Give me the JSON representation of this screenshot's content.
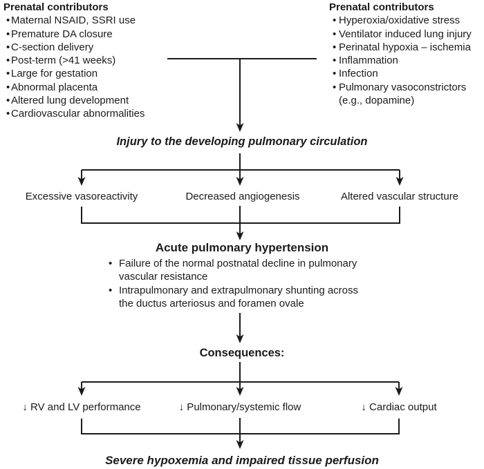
{
  "colors": {
    "ink": "#1a1a1a",
    "background": "#ffffff"
  },
  "glyphs": {
    "bullet": "•"
  },
  "left_list": {
    "title": "Prenatal contributors",
    "items": [
      "Maternal NSAID, SSRI use",
      "Premature DA closure",
      "C-section delivery",
      "Post-term (>41 weeks)",
      "Large for gestation",
      "Abnormal placenta",
      "Altered lung development",
      "Cardiovascular abnormalities"
    ]
  },
  "right_list": {
    "title": "Prenatal contributors",
    "items": [
      "Hyperoxia/oxidative stress",
      "Ventilator induced lung injury",
      "Perinatal hypoxia – ischemia",
      "Inflammation",
      "Infection",
      "Pulmonary vasoconstrictors"
    ],
    "continuation": "(e.g., dopamine)"
  },
  "flow": {
    "injury_title": "Injury to the developing pulmonary circulation",
    "branches1": [
      "Excessive vasoreactivity",
      "Decreased angiogenesis",
      "Altered vascular structure"
    ],
    "acute_title": "Acute pulmonary hypertension",
    "acute_bullets": [
      {
        "line1": "Failure of the normal postnatal decline in pulmonary",
        "line2": "vascular resistance"
      },
      {
        "line1": "Intrapulmonary and extrapulmonary shunting across",
        "line2": "the ductus arteriosus and foramen ovale"
      }
    ],
    "consequences_title": "Consequences:",
    "branches2": [
      "↓ RV and LV performance",
      "↓ Pulmonary/systemic flow",
      "↓ Cardiac output"
    ],
    "outcome_title": "Severe hypoxemia and impaired tissue perfusion"
  }
}
